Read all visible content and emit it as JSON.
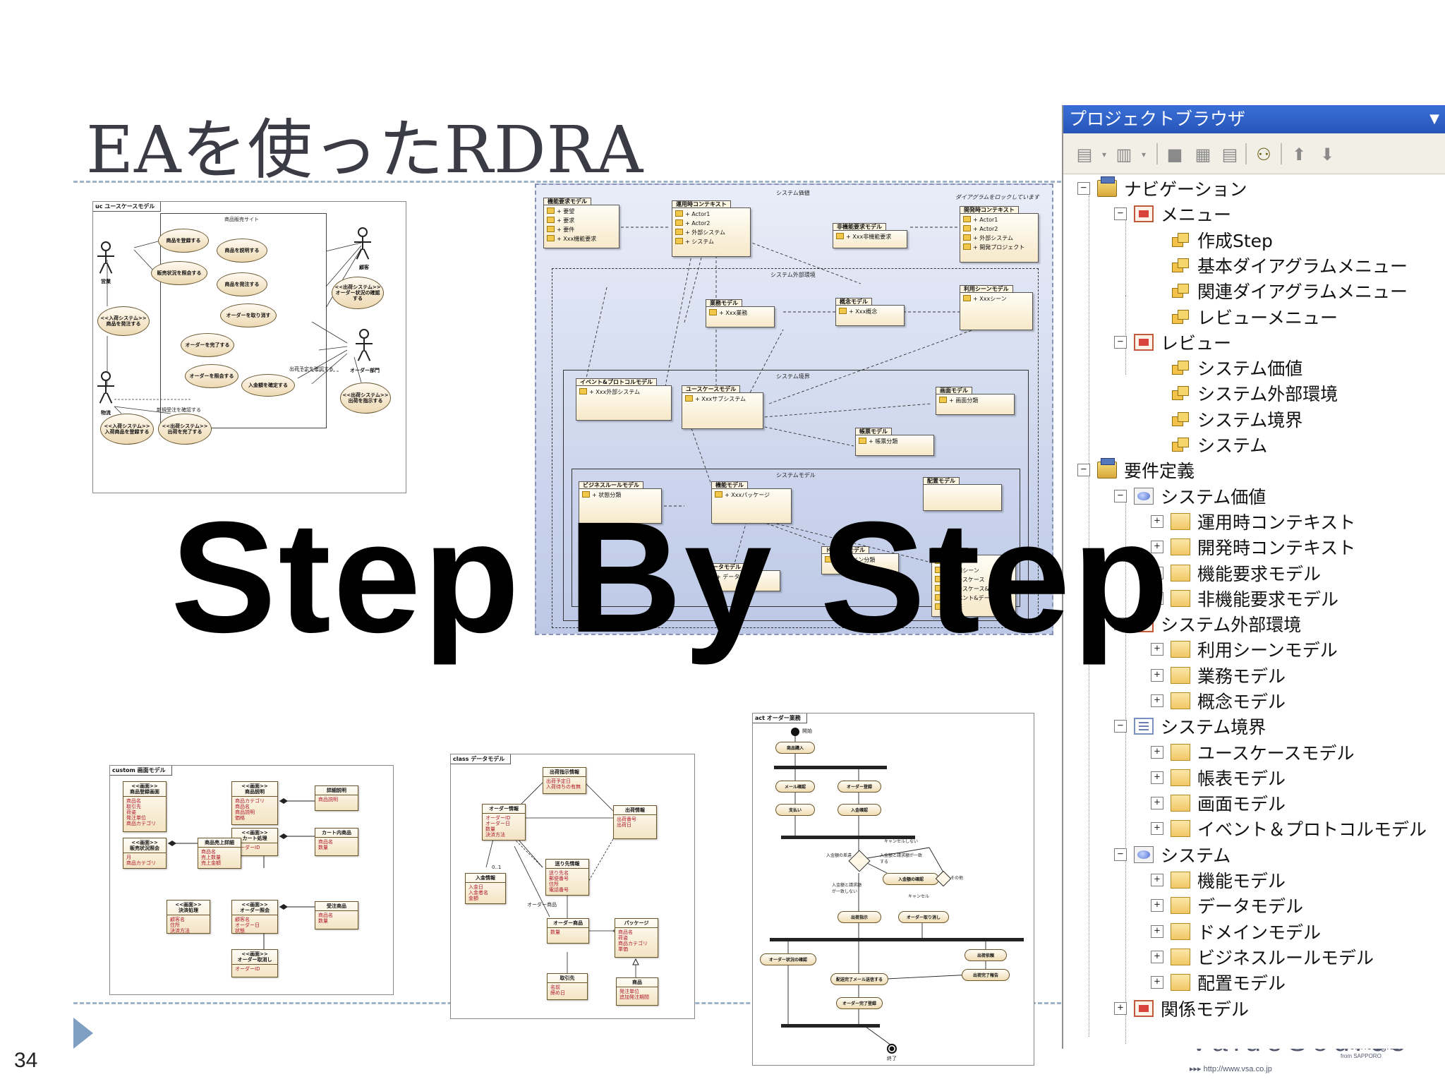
{
  "slide": {
    "title": "EAを使ったRDRA",
    "page_number": "34",
    "overlay_text": "Step By Step",
    "logo": {
      "word": "ValueSource",
      "tech": "technologies",
      "tech_sub": "from SAPPORO",
      "url": "▸▸▸ http://www.vsa.co.jp"
    }
  },
  "usecase_diagram": {
    "frame": "uc ユースケースモデル",
    "boundary": "商品販売サイト",
    "actors": [
      "営業",
      "顧客",
      "オーダー部門",
      "物流"
    ],
    "usecases": [
      "商品を登録する",
      "販売状況を照会する",
      "商品を説明する",
      "商品を発注する",
      "オーダーを取り消す",
      "<<出荷システム>> オーダー状況の確認する",
      "<<入荷システム>> 商品を発注する",
      "オーダーを完了する",
      "オーダーを照会する",
      "入金額を確定する",
      "<<出荷システム>> 出荷を指示する",
      "<<入荷システム>> 入荷商品を登録する",
      "<<出荷システム>> 出荷を完了する"
    ],
    "notes": [
      "出荷予定を確認する",
      "新規受注を確認する"
    ]
  },
  "package_diagram": {
    "zones": {
      "outer": "システム価値",
      "env": "システム外部環境",
      "boundary": "システム境界",
      "system": "システムモデル"
    },
    "lock_note": "ダイアグラムをロックしています",
    "packages": {
      "func_req": {
        "name": "機能要求モデル",
        "items": [
          "+ 要望",
          "+ 要求",
          "+ 要件",
          "+ Xxx機能要求"
        ]
      },
      "runtime": {
        "name": "運用時コンテキスト",
        "items": [
          "+ Actor1",
          "+ Actor2",
          "+ 外部システム",
          "+ システム"
        ]
      },
      "nonfunc": {
        "name": "非機能要求モデル",
        "items": [
          "+ Xxx非機能要求"
        ]
      },
      "devtime": {
        "name": "開発時コンテキスト",
        "items": [
          "+ Actor1",
          "+ Actor2",
          "+ 外部システム",
          "+ 開発プロジェクト"
        ]
      },
      "business": {
        "name": "業務モデル",
        "items": [
          "+ Xxx業務"
        ]
      },
      "concept": {
        "name": "概念モデル",
        "items": [
          "+ Xxx概念"
        ]
      },
      "usage": {
        "name": "利用シーンモデル",
        "items": [
          "+ Xxxシーン"
        ]
      },
      "event": {
        "name": "イベント&プロトコルモデル",
        "items": [
          "+ Xxx外部システム"
        ]
      },
      "usecase": {
        "name": "ユースケースモデル",
        "items": [
          "+ Xxxサブシステム"
        ]
      },
      "screen": {
        "name": "画面モデル",
        "items": [
          "+ 画面分類"
        ]
      },
      "form": {
        "name": "帳票モデル",
        "items": [
          "+ 帳票分類"
        ]
      },
      "rule": {
        "name": "ビジネスルールモデル",
        "items": [
          "+ 状態分類"
        ]
      },
      "function": {
        "name": "機能モデル",
        "items": [
          "+ Xxxパッケージ"
        ]
      },
      "deploy": {
        "name": "配置モデル",
        "items": []
      },
      "domain": {
        "name": "ドメインモデル",
        "items": [
          "+ ドメイン分類"
        ]
      },
      "data": {
        "name": "データモデル",
        "items": [
          "+ データ分類"
        ]
      },
      "relation": {
        "name": "関係モデル",
        "items": [
          "+ 要素",
          "+ 利用シーン",
          "+ ユースケース",
          "+ ユースケース&画面",
          "+ イベント&データ",
          "+ 要素"
        ]
      }
    }
  },
  "screen_diagram": {
    "frame": "custom 画面モデル",
    "boxes": [
      {
        "stereo": "<<画面>>",
        "name": "商品登録画面",
        "items": [
          "商品名",
          "取引先",
          "荷姿",
          "発注単位",
          "商品カテゴリ"
        ]
      },
      {
        "stereo": "<<画面>>",
        "name": "商品説明",
        "items": [
          "商品カテゴリ",
          "商品名",
          "商品説明",
          "価格"
        ]
      },
      {
        "stereo": "",
        "name": "詳細説明",
        "items": [
          "商品説明"
        ]
      },
      {
        "stereo": "<<画面>>",
        "name": "カート処理",
        "items": [
          "オーダーID"
        ]
      },
      {
        "stereo": "",
        "name": "カート内商品",
        "items": [
          "商品名",
          "数量"
        ]
      },
      {
        "stereo": "<<画面>>",
        "name": "販売状況照会",
        "items": [
          "月",
          "商品カテゴリ"
        ]
      },
      {
        "stereo": "",
        "name": "商品売上詳細",
        "items": [
          "商品名",
          "売上数量",
          "売上金額"
        ]
      },
      {
        "stereo": "<<画面>>",
        "name": "決済処理",
        "items": [
          "顧客名",
          "住所",
          "決済方法"
        ]
      },
      {
        "stereo": "<<画面>>",
        "name": "オーダー照会",
        "items": [
          "顧客名",
          "オーダー日",
          "状態"
        ]
      },
      {
        "stereo": "",
        "name": "受注商品",
        "items": [
          "商品名",
          "数量"
        ]
      },
      {
        "stereo": "<<画面>>",
        "name": "オーダー取消し",
        "items": [
          "オーダーID"
        ]
      }
    ]
  },
  "data_diagram": {
    "frame": "class データモデル",
    "boxes": [
      {
        "name": "出荷指示情報",
        "items": [
          "出荷予定日",
          "入荷待ちの有無"
        ]
      },
      {
        "name": "オーダー情報",
        "items": [
          "オーダーID",
          "オーダー日",
          "数量",
          "決済方法"
        ]
      },
      {
        "name": "出荷情報",
        "items": [
          "出荷番号",
          "出荷日"
        ]
      },
      {
        "name": "送り先情報",
        "items": [
          "送り先名",
          "郵便番号",
          "住所",
          "電話番号"
        ]
      },
      {
        "name": "入金情報",
        "items": [
          "入金日",
          "入金者名",
          "金額"
        ]
      },
      {
        "name": "オーダー商品",
        "items": [
          "数量"
        ]
      },
      {
        "name": "パッケージ",
        "items": [
          "商品名",
          "荷姿",
          "商品カテゴリ",
          "単価"
        ]
      },
      {
        "name": "取引先",
        "items": [
          "名前",
          "締め日"
        ]
      },
      {
        "name": "商品",
        "items": [
          "発注単位",
          "追加発注期間"
        ]
      }
    ],
    "labels": [
      "0..1",
      "オーダー商品"
    ]
  },
  "activity_diagram": {
    "frame": "act オーダー業務",
    "start": "開始",
    "end": "終了",
    "nodes": [
      "商品購入",
      "メール確認",
      "オーダー登録",
      "支払い",
      "入金確認",
      "入金額の確認",
      "出荷指示",
      "オーダー取り消し",
      "オーダー状況の確認",
      "配送完了メール送信する",
      "オーダー完了登録",
      "出荷依頼",
      "出荷完了報告"
    ],
    "guards": [
      "キャンセルしない",
      "入金額の差違",
      "入金額と請求額が一致する",
      "入金額と請求額が一致しない",
      "キャンセル",
      "その他"
    ]
  },
  "project_browser": {
    "title": "プロジェクトブラウザ",
    "toolbar_icons": [
      "new-element-icon",
      "new-diagram-icon",
      "folder-icon",
      "tree-icon",
      "properties-icon",
      "binoculars-icon",
      "move-up-icon",
      "move-down-icon"
    ],
    "tree": [
      {
        "label": "ナビゲーション",
        "toggle": "−",
        "icon": "cabinet",
        "level": 0
      },
      {
        "label": "メニュー",
        "toggle": "−",
        "icon": "ppt",
        "level": 1
      },
      {
        "label": "作成Step",
        "toggle": "",
        "icon": "pkg",
        "level": 2
      },
      {
        "label": "基本ダイアグラムメニュー",
        "toggle": "",
        "icon": "pkg",
        "level": 2
      },
      {
        "label": "関連ダイアグラムメニュー",
        "toggle": "",
        "icon": "pkg",
        "level": 2
      },
      {
        "label": "レビューメニュー",
        "toggle": "",
        "icon": "pkg",
        "level": 2
      },
      {
        "label": "レビュー",
        "toggle": "−",
        "icon": "ppt",
        "level": 1
      },
      {
        "label": "システム価値",
        "toggle": "",
        "icon": "pkg",
        "level": 2
      },
      {
        "label": "システム外部環境",
        "toggle": "",
        "icon": "pkg",
        "level": 2
      },
      {
        "label": "システム境界",
        "toggle": "",
        "icon": "pkg",
        "level": 2
      },
      {
        "label": "システム",
        "toggle": "",
        "icon": "pkg",
        "level": 2
      },
      {
        "label": "要件定義",
        "toggle": "−",
        "icon": "cabinet",
        "level": 0
      },
      {
        "label": "システム価値",
        "toggle": "−",
        "icon": "disc",
        "level": 1
      },
      {
        "label": "運用時コンテキスト",
        "toggle": "+",
        "icon": "folder",
        "level": 2
      },
      {
        "label": "開発時コンテキスト",
        "toggle": "+",
        "icon": "folder",
        "level": 2
      },
      {
        "label": "機能要求モデル",
        "toggle": "+",
        "icon": "folder",
        "level": 2
      },
      {
        "label": "非機能要求モデル",
        "toggle": "+",
        "icon": "folder",
        "level": 2
      },
      {
        "label": "システム外部環境",
        "toggle": "−",
        "icon": "ppt",
        "level": 1
      },
      {
        "label": "利用シーンモデル",
        "toggle": "+",
        "icon": "folder",
        "level": 2
      },
      {
        "label": "業務モデル",
        "toggle": "+",
        "icon": "folder",
        "level": 2
      },
      {
        "label": "概念モデル",
        "toggle": "+",
        "icon": "folder",
        "level": 2
      },
      {
        "label": "システム境界",
        "toggle": "−",
        "icon": "doc",
        "level": 1
      },
      {
        "label": "ユースケースモデル",
        "toggle": "+",
        "icon": "folder",
        "level": 2
      },
      {
        "label": "帳表モデル",
        "toggle": "+",
        "icon": "folder",
        "level": 2
      },
      {
        "label": "画面モデル",
        "toggle": "+",
        "icon": "folder",
        "level": 2
      },
      {
        "label": "イベント＆プロトコルモデル",
        "toggle": "+",
        "icon": "folder",
        "level": 2
      },
      {
        "label": "システム",
        "toggle": "−",
        "icon": "disc",
        "level": 1
      },
      {
        "label": "機能モデル",
        "toggle": "+",
        "icon": "folder",
        "level": 2
      },
      {
        "label": "データモデル",
        "toggle": "+",
        "icon": "folder",
        "level": 2
      },
      {
        "label": "ドメインモデル",
        "toggle": "+",
        "icon": "folder",
        "level": 2
      },
      {
        "label": "ビジネスルールモデル",
        "toggle": "+",
        "icon": "folder",
        "level": 2
      },
      {
        "label": "配置モデル",
        "toggle": "+",
        "icon": "folder",
        "level": 2
      },
      {
        "label": "関係モデル",
        "toggle": "+",
        "icon": "ppt",
        "level": 1
      }
    ]
  }
}
